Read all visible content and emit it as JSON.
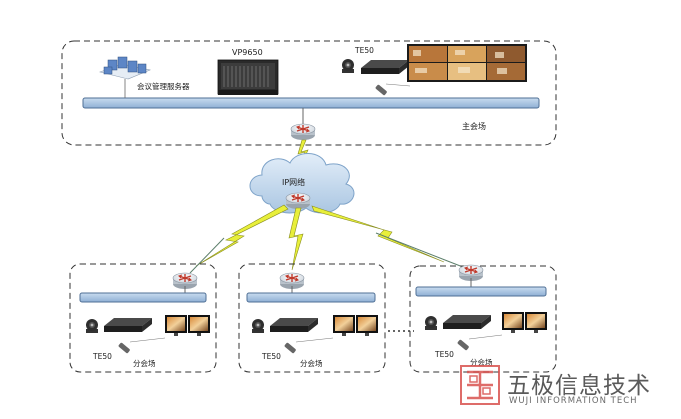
{
  "main_site": {
    "label": "主会场",
    "devices": {
      "mgmt_server": "会议管理服务器",
      "mcu": "VP9650",
      "endpoint": "TE50"
    }
  },
  "network": {
    "label": "IP网络"
  },
  "branch_sites": [
    {
      "endpoint": "TE50",
      "label": "分会场"
    },
    {
      "endpoint": "TE50",
      "label": "分会场"
    },
    {
      "endpoint": "TE50",
      "label": "分会场"
    }
  ],
  "watermark": {
    "cn": "五极信息技术",
    "en": "WUJI INFORMATION TECH"
  },
  "colors": {
    "bus_fill": "#a9c4e0",
    "bus_stroke": "#4f6f95",
    "cloud": "#c9dcef",
    "lightning_fill": "#e8ef3a",
    "lightning_stroke": "#8a8f20",
    "link_line": "#5b7e6a",
    "watermark_red": "#d9534f"
  }
}
